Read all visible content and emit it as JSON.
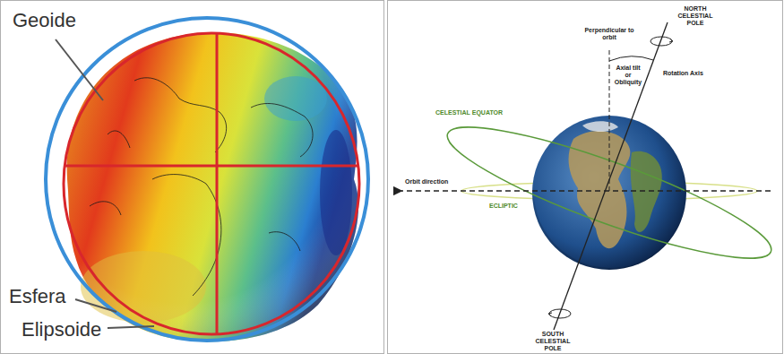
{
  "diagram": {
    "labels": [
      "Geoide",
      "Esfera",
      "Elipsoide",
      "NORTH CELESTIAL POLE",
      "Perpendicular to orbit",
      "Axial tilt or Obliquity",
      "Rotation Axis",
      "CELESTIAL EQUATOR",
      "Orbit direction",
      "ECLIPTIC",
      "SOUTH CELESTIAL POLE"
    ]
  }
}
